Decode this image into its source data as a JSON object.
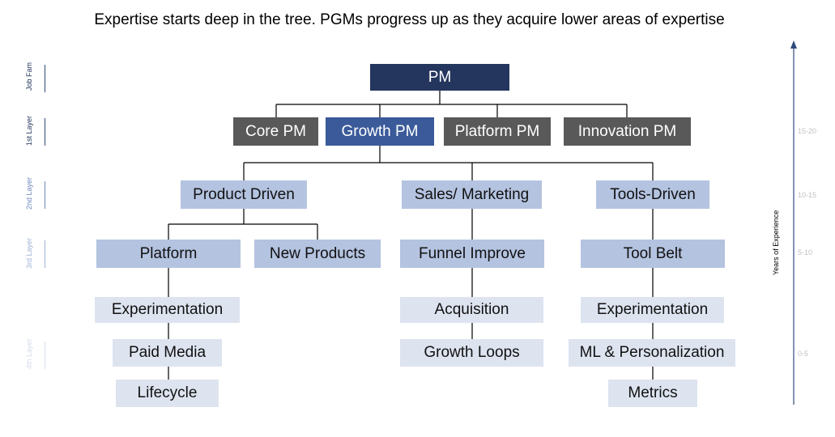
{
  "title": "Expertise starts deep in the tree. PGMs progress up as they acquire lower areas of expertise",
  "layers": {
    "job_fam": "Job Fam",
    "l1": "1st Layer",
    "l2": "2nd Layer",
    "l3": "3rd Layer",
    "l4": "4th Layer"
  },
  "years": {
    "axis_label": "Years of Experience",
    "r1": "15-20",
    "r2": "10-15",
    "r3": "5-10",
    "r4": "0-5"
  },
  "nodes": {
    "pm": "PM",
    "core_pm": "Core PM",
    "growth_pm": "Growth PM",
    "platform_pm": "Platform PM",
    "innovation_pm": "Innovation PM",
    "product_driven": "Product Driven",
    "sales_marketing": "Sales/ Marketing",
    "tools_driven": "Tools-Driven",
    "platform": "Platform",
    "new_products": "New Products",
    "funnel_improve": "Funnel Improve",
    "tool_belt": "Tool Belt",
    "experimentation_a": "Experimentation",
    "paid_media": "Paid Media",
    "lifecycle": "Lifecycle",
    "acquisition": "Acquisition",
    "growth_loops": "Growth Loops",
    "experimentation_b": "Experimentation",
    "ml_personalization": "ML & Personalization",
    "metrics": "Metrics"
  },
  "colors": {
    "root": "#24355e",
    "first_layer": "#595959",
    "highlight": "#3a5a9a",
    "third_layer": "#b4c3e0",
    "fourth_layer": "#dde4f0"
  }
}
